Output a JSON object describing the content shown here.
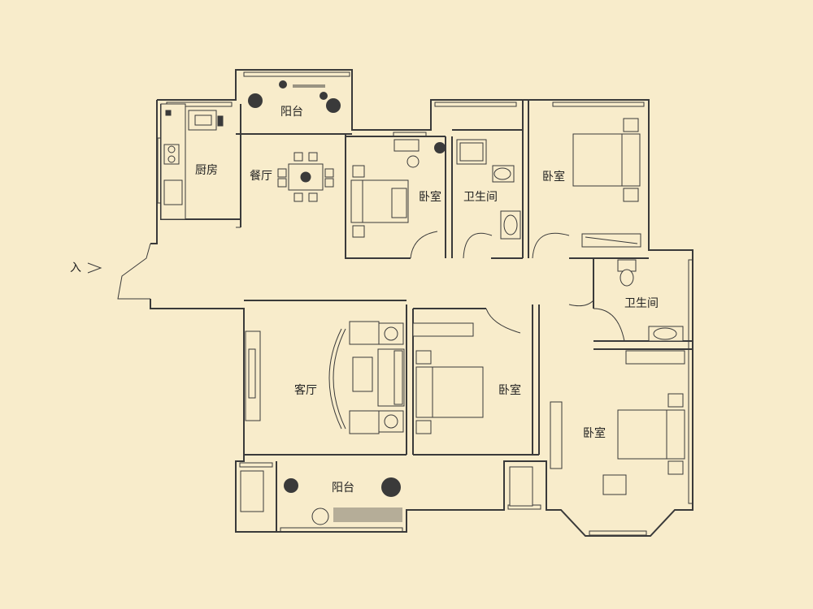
{
  "rooms": {
    "balcony_top": "阳台",
    "kitchen": "厨房",
    "dining": "餐厅",
    "bedroom_top_left": "卧室",
    "bathroom_top": "卫生间",
    "bedroom_top_right": "卧室",
    "bathroom_right": "卫生间",
    "living": "客厅",
    "bedroom_middle": "卧室",
    "bedroom_right": "卧室",
    "balcony_bottom": "阳台"
  },
  "entrance_marker": "入"
}
